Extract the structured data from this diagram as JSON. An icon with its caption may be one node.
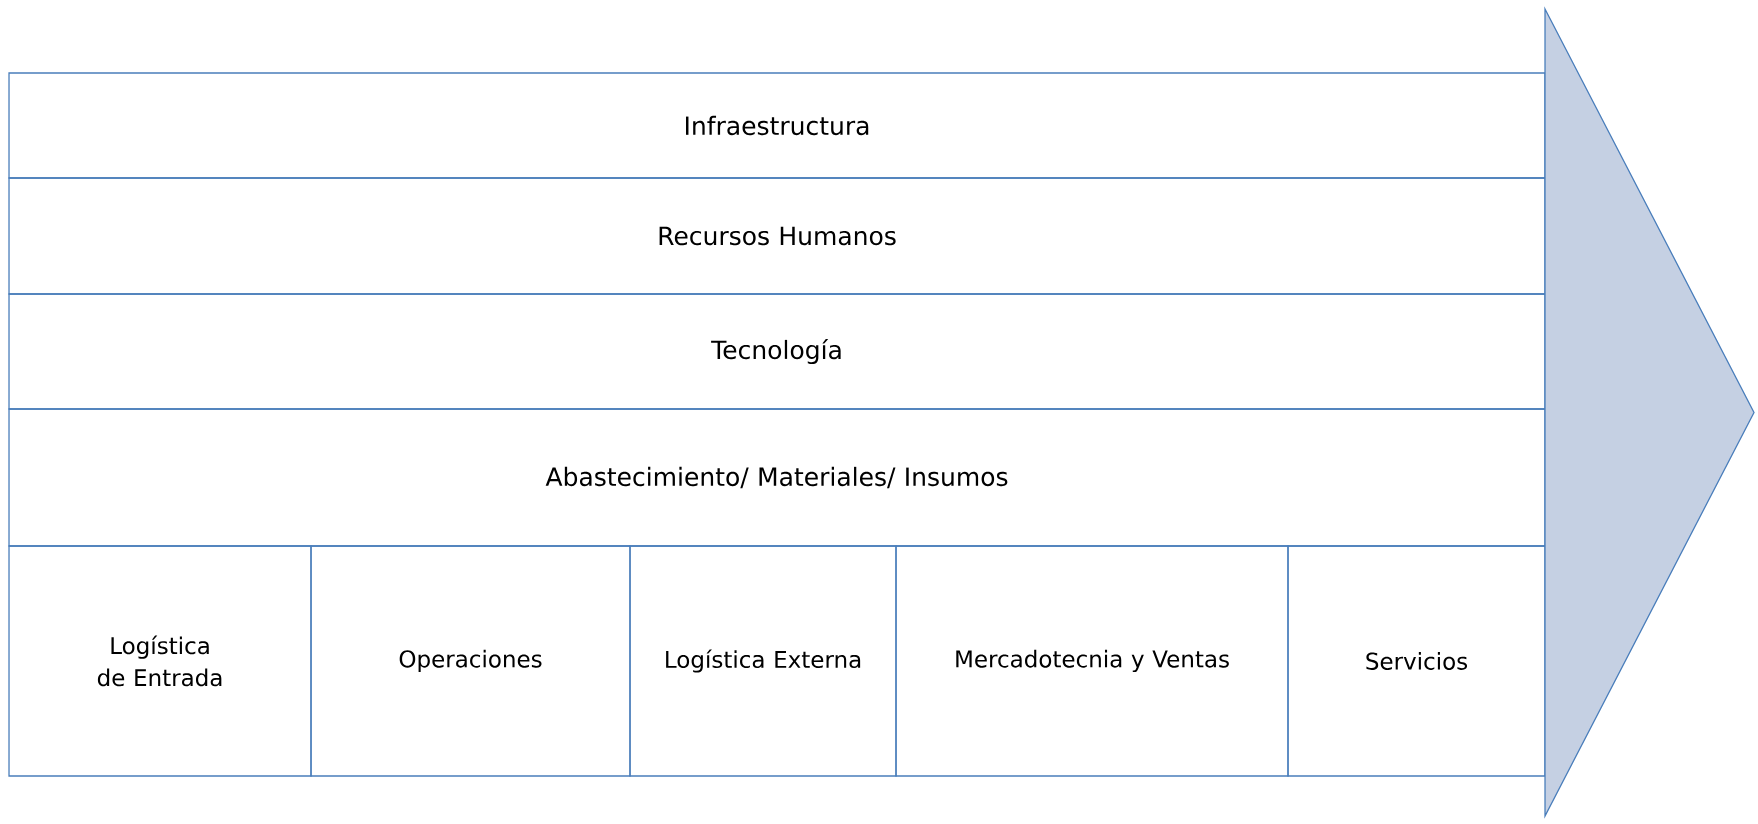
{
  "diagram": {
    "nodes": [
      {
        "text": [
          "Infraestructura"
        ]
      },
      {
        "text": [
          "Recursos Humanos"
        ]
      },
      {
        "text": [
          "Tecnología"
        ]
      },
      {
        "text": [
          "Abastecimiento/ Materiales/ Insumos"
        ]
      },
      {
        "text": [
          "Logística de Entrada"
        ]
      },
      {
        "text": [
          "Operaciones"
        ]
      },
      {
        "text": [
          "Logística Externa"
        ]
      },
      {
        "text": [
          "Mercadotecnia y Ventas"
        ]
      },
      {
        "text": [
          "Servicios"
        ]
      },
      {
        "text": [],
        "shape": "triangle"
      }
    ]
  }
}
